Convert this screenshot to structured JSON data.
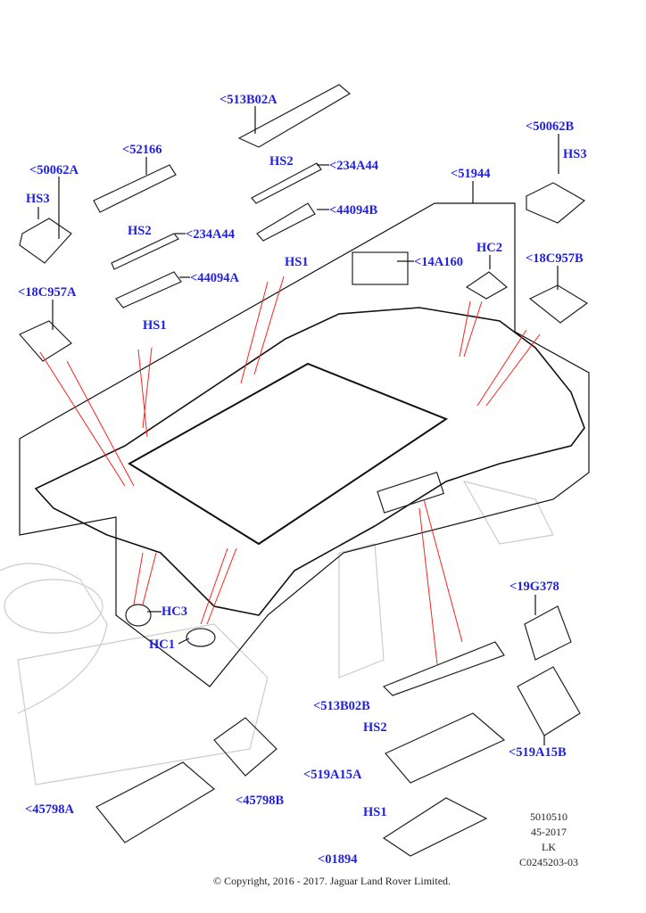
{
  "labels": {
    "p513B02A": "<513B02A",
    "p52166": "<52166",
    "p50062A": "<50062A",
    "hs3_left": "HS3",
    "hs2_left": "HS2",
    "p234A44_left": "<234A44",
    "hs2_right": "HS2",
    "p234A44_right": "<234A44",
    "p44094B": "<44094B",
    "p44094A": "<44094A",
    "hs1_left": "HS1",
    "hs1_right": "HS1",
    "p51944": "<51944",
    "p50062B": "<50062B",
    "hs3_right": "HS3",
    "hc2": "HC2",
    "p14A160": "<14A160",
    "p18C957B": "<18C957B",
    "p18C957A": "<18C957A",
    "hc3": "HC3",
    "hc1": "HC1",
    "p19G378": "<19G378",
    "p513B02B": "<513B02B",
    "hs2_bottom": "HS2",
    "p519A15B": "<519A15B",
    "p519A15A": "<519A15A",
    "hs1_bottom": "HS1",
    "p45798A": "<45798A",
    "p45798B": "<45798B",
    "p01894": "<01894"
  },
  "stamp": [
    "5010510",
    "45-2017",
    "LK",
    "C0245203-03"
  ],
  "copyright": "© Copyright, 2016 - 2017. Jaguar Land Rover Limited.",
  "colors": {
    "label": "#1f1fe6",
    "leader_red": "#ff2020",
    "outline": "#222222"
  }
}
